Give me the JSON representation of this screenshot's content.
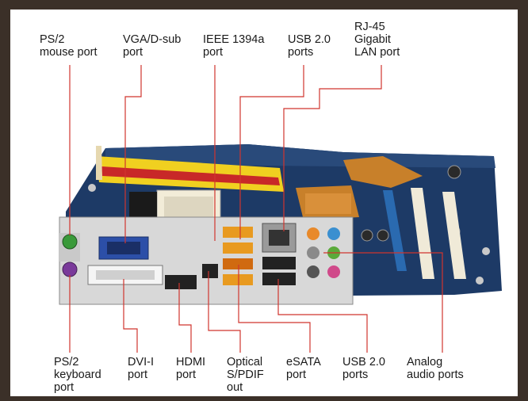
{
  "top_labels": [
    {
      "key": "ps2-mouse",
      "text": "PS/2\nmouse port"
    },
    {
      "key": "vga",
      "text": "VGA/D-sub\nport"
    },
    {
      "key": "ieee1394",
      "text": "IEEE 1394a\nport"
    },
    {
      "key": "usb-top",
      "text": "USB 2.0\nports"
    },
    {
      "key": "rj45",
      "text": "RJ-45\nGigabit\nLAN port"
    }
  ],
  "bottom_labels": [
    {
      "key": "ps2-keyboard",
      "text": "PS/2\nkeyboard\nport"
    },
    {
      "key": "dvi",
      "text": "DVI-I\nport"
    },
    {
      "key": "hdmi",
      "text": "HDMI\nport"
    },
    {
      "key": "optical",
      "text": "Optical\nS/PDIF\nout"
    },
    {
      "key": "esata",
      "text": "eSATA\nport"
    },
    {
      "key": "usb-bottom",
      "text": "USB 2.0\nports"
    },
    {
      "key": "analog-audio",
      "text": "Analog\naudio ports"
    }
  ],
  "colors": {
    "leader_line": "#d0352e",
    "pcb": "#1d3a66",
    "ps2_mouse": "#3a9a3a",
    "ps2_keyboard": "#7a3a9a",
    "vga": "#2c4fa8",
    "heatsink": "#c8802a",
    "pci_slot": "#f0ead8",
    "pcie_slot": "#2a6ab0"
  },
  "icons": [
    "motherboard-image"
  ]
}
